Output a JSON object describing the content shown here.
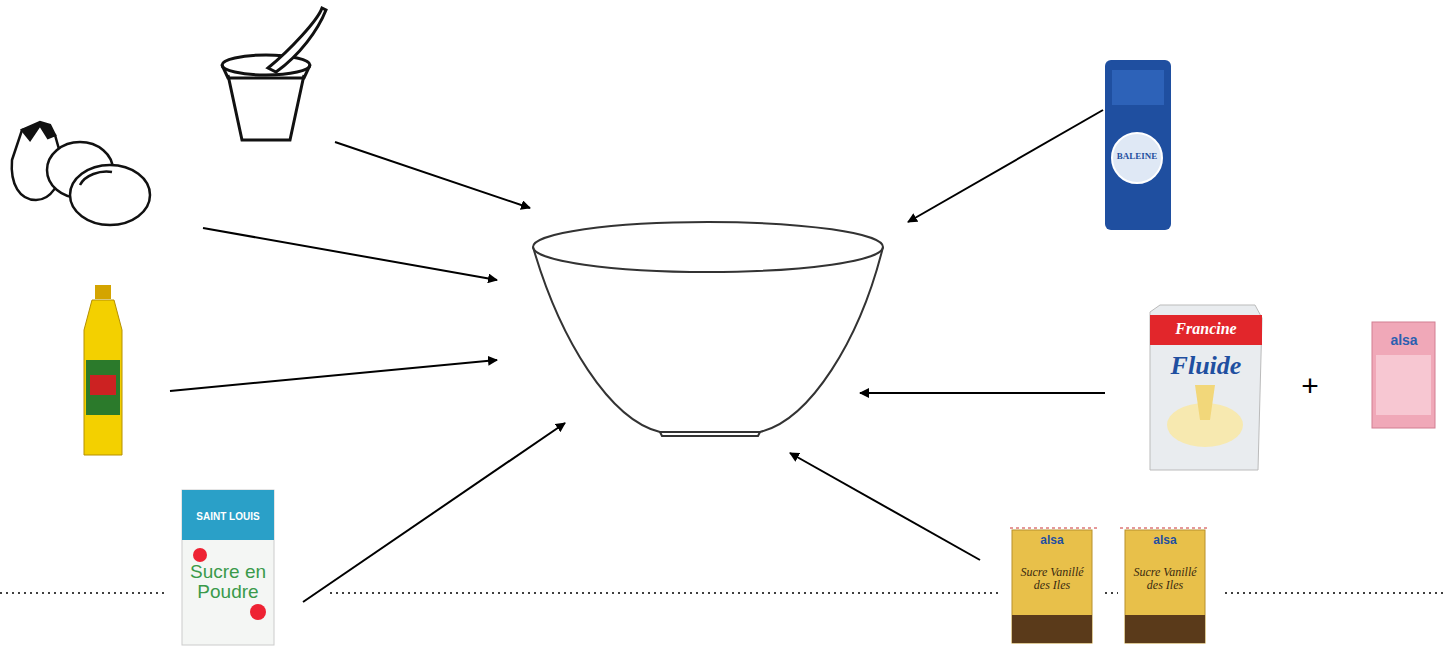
{
  "diagram": {
    "labels": [
      "SAINT LOUIS",
      "Sucre en Poudre",
      "BALEINE",
      "Francine",
      "Fluide",
      "+",
      "alsa",
      "alsa",
      "Sucre Vanillé des Iles",
      "alsa",
      "Sucre Vanillé des Iles"
    ]
  }
}
